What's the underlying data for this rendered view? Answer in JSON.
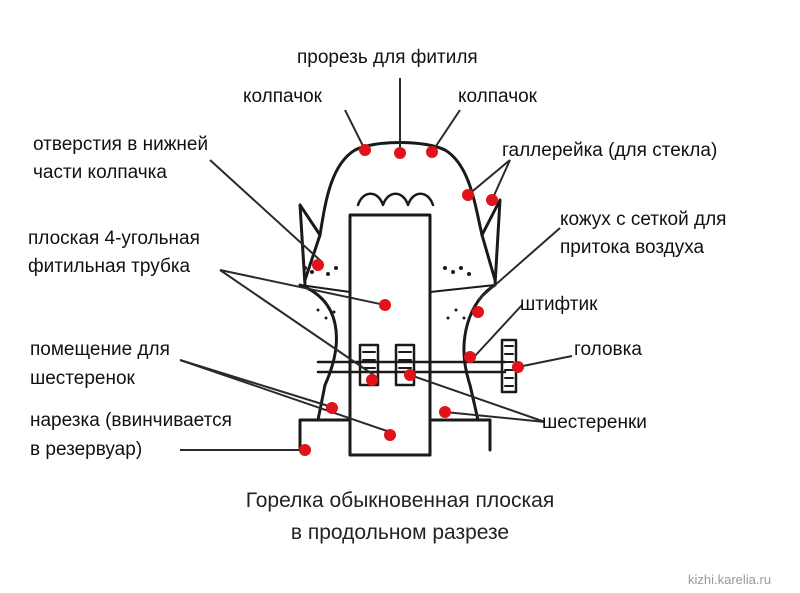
{
  "labels": {
    "wick_slot": "прорезь для фитиля",
    "cap_left": "колпачок",
    "cap_right": "колпачок",
    "cap_holes_line1": "отверстия в нижней",
    "cap_holes_line2": "части колпачка",
    "gallery": "галлерейка (для стекла)",
    "casing_line1": "кожух с сеткой для",
    "casing_line2": "притока воздуха",
    "wick_tube_line1": "плоская 4-угольная",
    "wick_tube_line2": "фитильная трубка",
    "pin": "штифтик",
    "knob": "головка",
    "gear_room_line1": "помещение для",
    "gear_room_line2": "шестеренок",
    "thread_line1": "нарезка (ввинчивается",
    "thread_line2": "в резервуар)",
    "gears": "шестеренки"
  },
  "caption": {
    "line1": "Горелка обыкновенная плоская",
    "line2": "в продольном разрезе"
  },
  "watermark": "kizhi.karelia.ru",
  "colors": {
    "marker": "#e11218",
    "ink": "#1a1a1a"
  }
}
